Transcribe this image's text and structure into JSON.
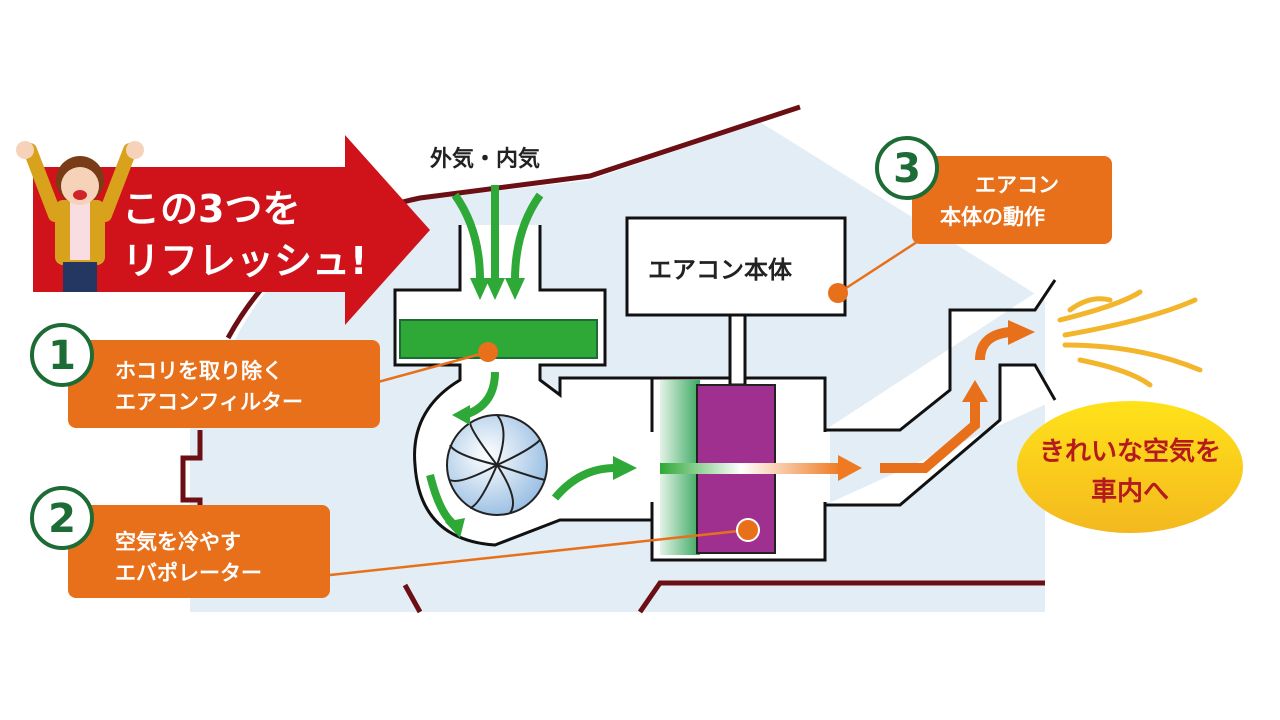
{
  "banner": {
    "line1": "この3つを",
    "line2": "リフレッシュ!"
  },
  "air_intake_label": "外気・内気",
  "unit_label": "エアコン本体",
  "callouts": [
    {
      "number": "1",
      "line1": "ホコリを取り除く",
      "line2": "エアコンフィルター"
    },
    {
      "number": "2",
      "line1": "空気を冷やす",
      "line2": "エバポレーター"
    },
    {
      "number": "3",
      "line1": "エアコン",
      "line2": "本体の動作"
    }
  ],
  "result": {
    "line1": "きれいな空気を",
    "line2": "車内へ"
  },
  "colors": {
    "banner_red": "#d0131b",
    "callout_orange": "#e8701a",
    "number_green": "#1d6b35",
    "filter_green": "#2ea836",
    "evaporator_purple": "#a0308f",
    "car_outline": "#6b0f14",
    "car_interior": "#e3edf5"
  }
}
